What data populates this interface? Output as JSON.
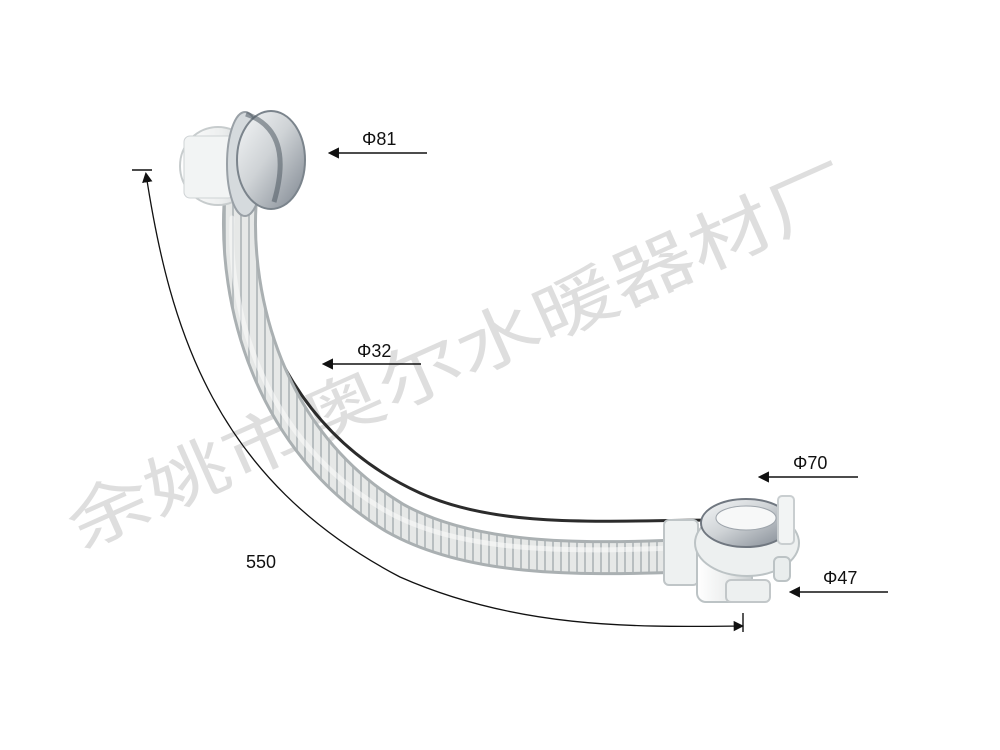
{
  "watermark": {
    "text": "余姚市奥尔水暖器材厂"
  },
  "dimensions": {
    "top_cap_diameter": "Φ81",
    "hose_diameter": "Φ32",
    "drain_cap_diameter": "Φ70",
    "outlet_diameter": "Φ47",
    "hose_length": "550"
  },
  "colors": {
    "hose": "#e1e3e2",
    "hose_shadow": "#aab0b2",
    "plastic": "#ecefef",
    "chrome": "#cfd3d6",
    "chrome_dark": "#707780",
    "cable": "#2b2b2b"
  },
  "icons": {
    "arrow": "arrow-icon",
    "dimension_arc": "arc-dimension-icon"
  }
}
